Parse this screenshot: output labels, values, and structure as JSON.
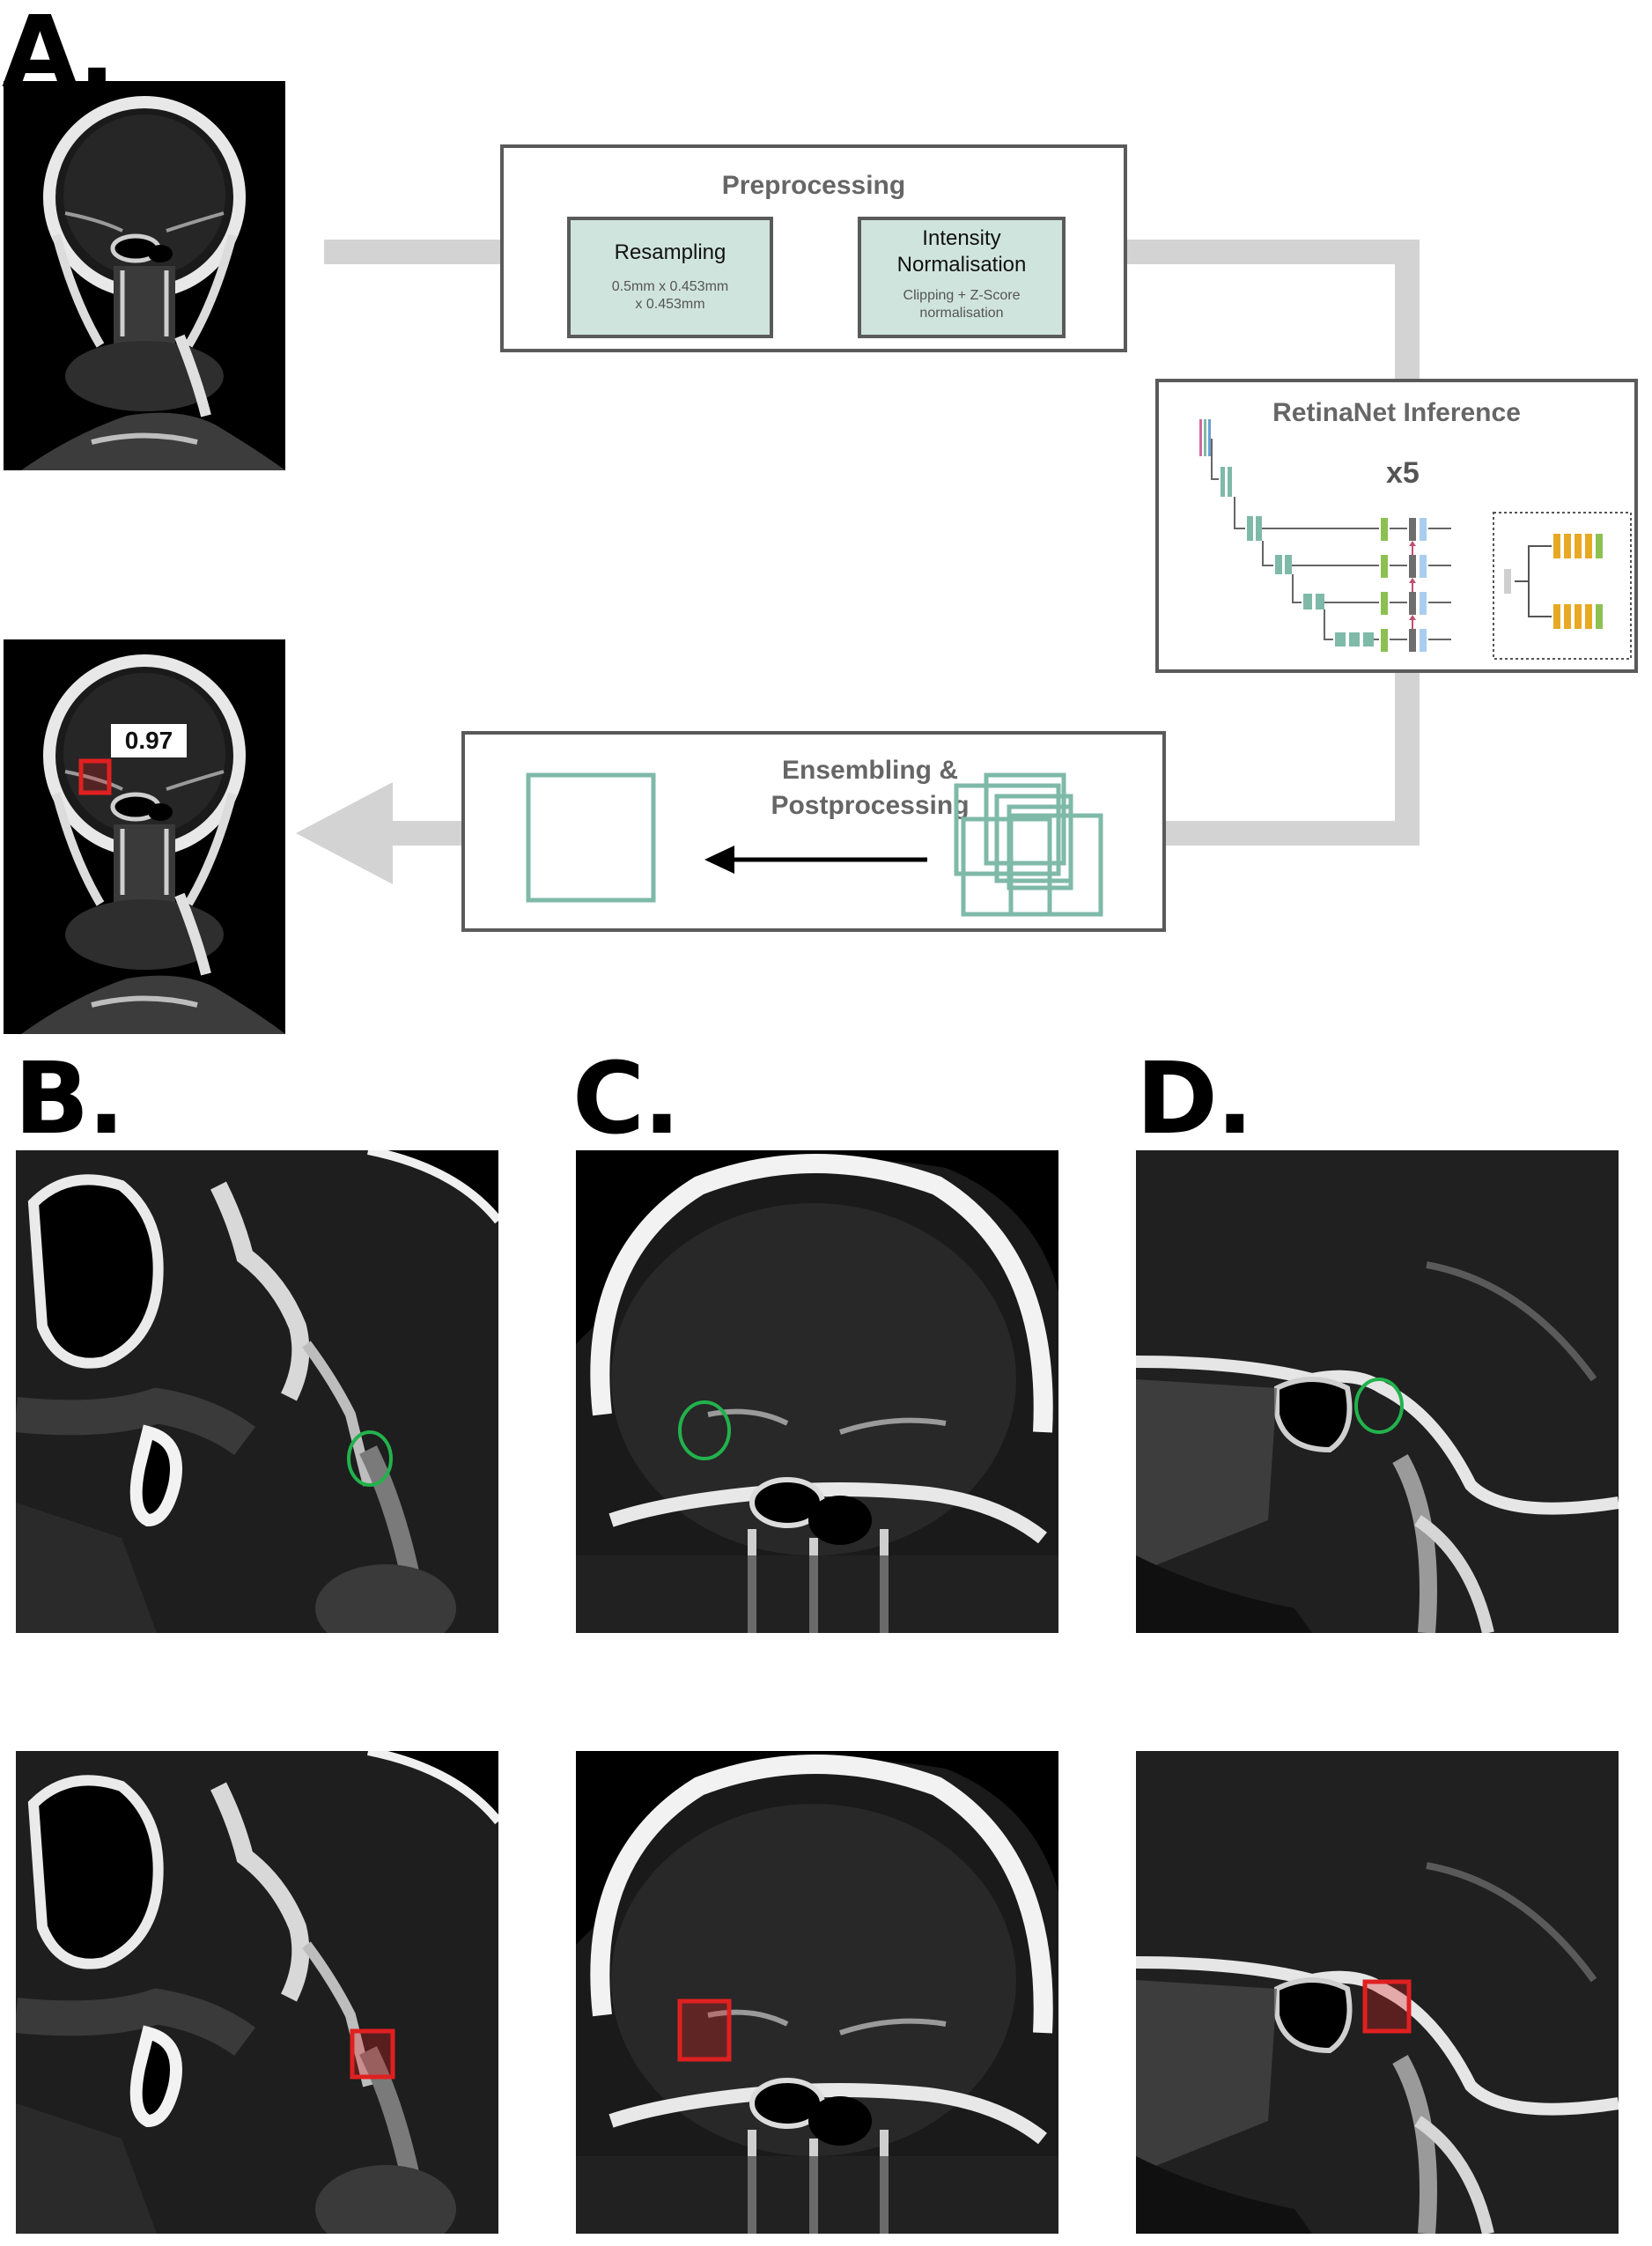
{
  "panels": {
    "a": "A.",
    "b": "B.",
    "c": "C.",
    "d": "D."
  },
  "preprocessing": {
    "title": "Preprocessing",
    "resampling": {
      "title": "Resampling",
      "detail_line1": "0.5mm x 0.453mm",
      "detail_line2": "x 0.453mm"
    },
    "intensity": {
      "title_line1": "Intensity",
      "title_line2": "Normalisation",
      "detail_line1": "Clipping + Z-Score",
      "detail_line2": "normalisation"
    }
  },
  "retinanet": {
    "title": "RetinaNet Inference",
    "multiplier": "x5"
  },
  "ensembling": {
    "title_line1": "Ensembling &",
    "title_line2": "Postprocessing"
  },
  "detection": {
    "score": "0.97"
  },
  "colors": {
    "box_fill": "#cfe4dc",
    "box_border": "#5a5a5a",
    "connector": "#d3d3d3",
    "teal": "#7fb9a8",
    "detection_red": "#e02020",
    "gt_green": "#22b24c",
    "feature_green": "#8cc152",
    "feature_blue": "#a9cdf0",
    "head_orange": "#e7a823"
  }
}
